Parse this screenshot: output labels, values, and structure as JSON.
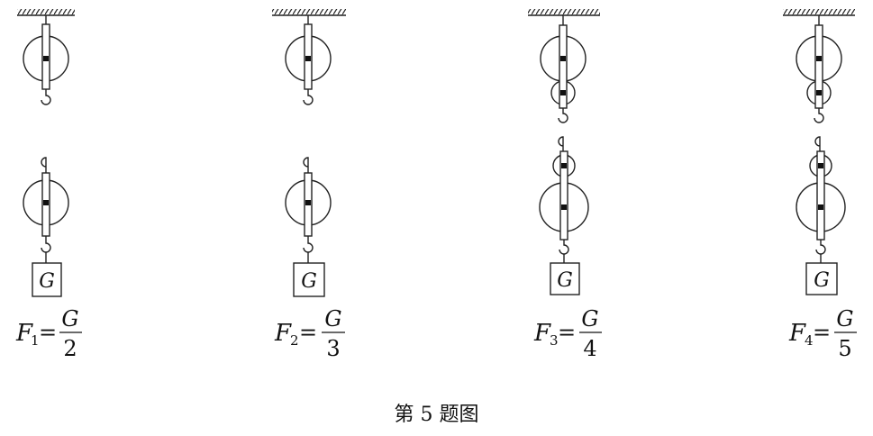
{
  "figure": {
    "caption": "第 5 题图",
    "weight_label": "G",
    "equals": "=",
    "systems": [
      {
        "force_symbol": "F",
        "force_index": "1",
        "numerator": "G",
        "denominator": "2"
      },
      {
        "force_symbol": "F",
        "force_index": "2",
        "numerator": "G",
        "denominator": "3"
      },
      {
        "force_symbol": "F",
        "force_index": "3",
        "numerator": "G",
        "denominator": "4"
      },
      {
        "force_symbol": "F",
        "force_index": "4",
        "numerator": "G",
        "denominator": "5"
      }
    ]
  }
}
